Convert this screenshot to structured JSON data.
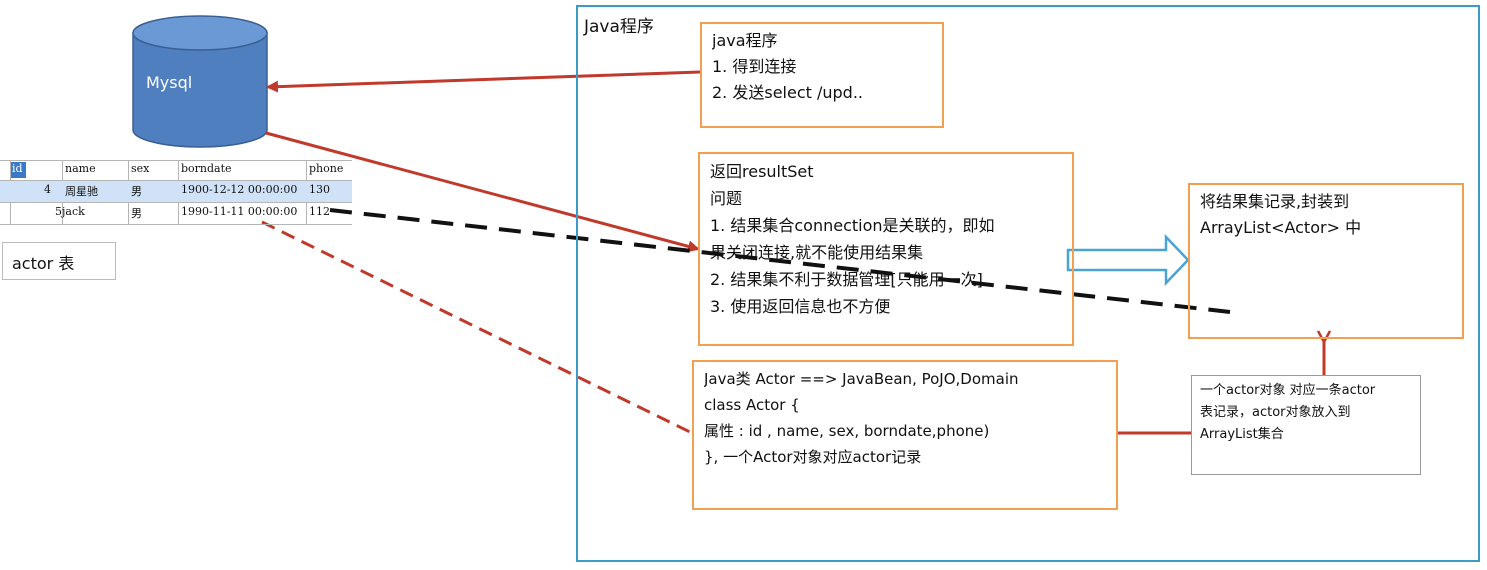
{
  "database": {
    "label": "Mysql"
  },
  "table": {
    "caption": "actor 表",
    "headers": [
      "id",
      "name",
      "sex",
      "borndate",
      "phone"
    ],
    "rows": [
      {
        "id": "4",
        "name": "周星驰",
        "sex": "男",
        "borndate": "1900-12-12 00:00:00",
        "phone": "130"
      },
      {
        "id": "5",
        "name": "jack",
        "sex": "男",
        "borndate": "1990-11-11 00:00:00",
        "phone": "112"
      }
    ]
  },
  "java_program": {
    "title": "Java程序",
    "connect_box": {
      "lines": [
        "java程序",
        "1. 得到连接",
        "2. 发送select /upd.."
      ]
    },
    "resultset_box": {
      "lines": [
        "返回resultSet",
        "问题",
        "1. 结果集合connection是关联的，即如",
        "果关闭连接,就不能使用结果集",
        "2. 结果集不利于数据管理[只能用一次]",
        "3. 使用返回信息也不方便"
      ]
    },
    "arraylist_box": {
      "lines": [
        "将结果集记录,封装到",
        "ArrayList<Actor> 中"
      ]
    },
    "actor_class_box": {
      "lines": [
        "Java类 Actor ==> JavaBean, PoJO,Domain",
        "class Actor {",
        "属性 : id , name, sex, borndate,phone)",
        "}, 一个Actor对象对应actor记录"
      ]
    },
    "note_box": {
      "lines": [
        "一个actor对象 对应一条actor",
        "表记录，actor对象放入到",
        "ArrayList集合"
      ]
    }
  },
  "colors": {
    "arrow_red": "#c0392b",
    "box_border": "#f0a050",
    "panel_border": "#3c9bc4",
    "cylinder_fill": "#4f7fbf",
    "hollow_arrow": "#4aa3d6"
  }
}
